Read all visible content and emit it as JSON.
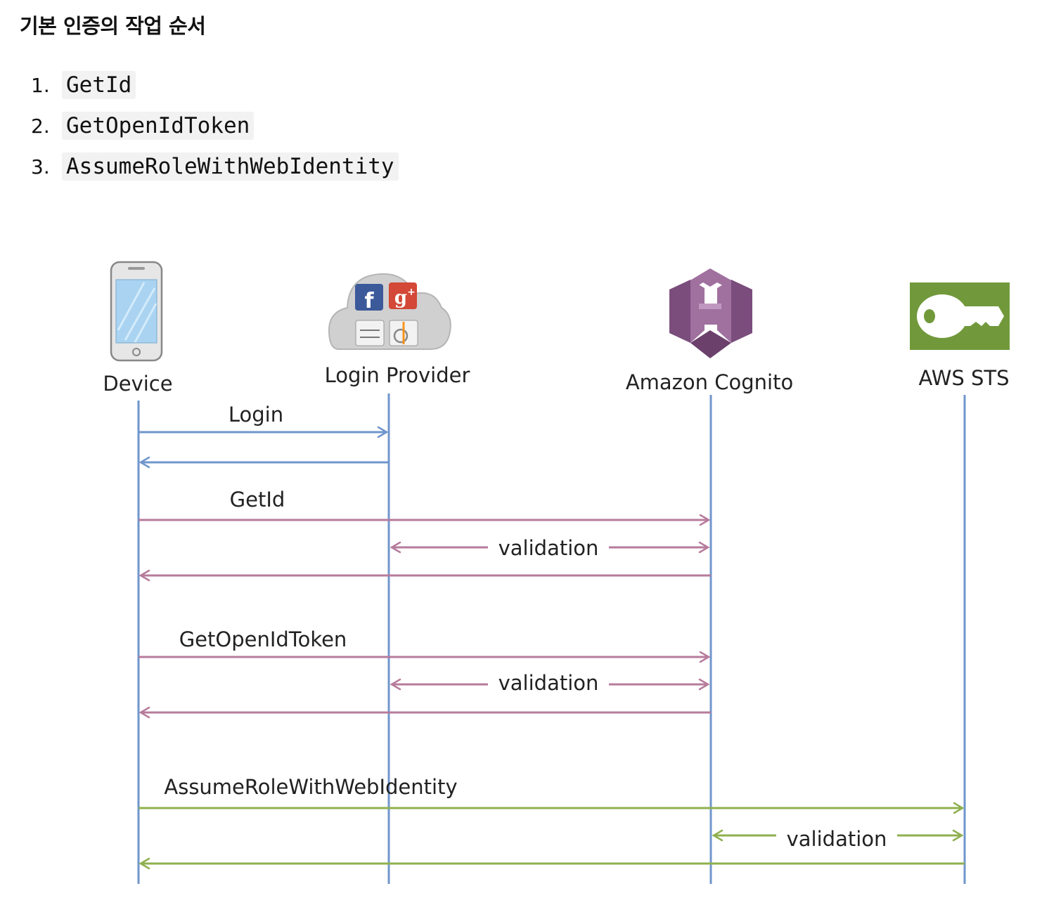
{
  "heading": "기본 인증의 작업 순서",
  "steps": [
    {
      "num": "1.",
      "code": "GetId"
    },
    {
      "num": "2.",
      "code": "GetOpenIdToken"
    },
    {
      "num": "3.",
      "code": "AssumeRoleWithWebIdentity"
    }
  ],
  "diagram": {
    "participants": [
      {
        "id": "device",
        "label": "Device",
        "icon": "phone-icon"
      },
      {
        "id": "login",
        "label": "Login Provider",
        "icon": "login-provider-cloud-icon"
      },
      {
        "id": "cognito",
        "label": "Amazon Cognito",
        "icon": "cognito-icon"
      },
      {
        "id": "sts",
        "label": "AWS STS",
        "icon": "key-icon"
      }
    ],
    "messages": [
      {
        "from": "device",
        "to": "login",
        "label": "Login",
        "color": "blue",
        "both": false
      },
      {
        "from": "login",
        "to": "device",
        "label": "",
        "color": "blue",
        "both": false
      },
      {
        "from": "device",
        "to": "cognito",
        "label": "GetId",
        "color": "purple",
        "both": false
      },
      {
        "from": "login",
        "to": "cognito",
        "label": "validation",
        "color": "purple",
        "both": true
      },
      {
        "from": "cognito",
        "to": "device",
        "label": "",
        "color": "purple",
        "both": false
      },
      {
        "from": "device",
        "to": "cognito",
        "label": "GetOpenIdToken",
        "color": "purple",
        "both": false
      },
      {
        "from": "login",
        "to": "cognito",
        "label": "validation",
        "color": "purple",
        "both": true
      },
      {
        "from": "cognito",
        "to": "device",
        "label": "",
        "color": "purple",
        "both": false
      },
      {
        "from": "device",
        "to": "sts",
        "label": "AssumeRoleWithWebIdentity",
        "color": "green",
        "both": false
      },
      {
        "from": "cognito",
        "to": "sts",
        "label": "validation",
        "color": "green",
        "both": true
      },
      {
        "from": "sts",
        "to": "device",
        "label": "",
        "color": "green",
        "both": false
      }
    ],
    "colors": {
      "blue": "#6f96cc",
      "purple": "#b77b9c",
      "green": "#8fb04f",
      "lifeline": "#6f96cc",
      "cognito_dark": "#7a4d7c",
      "cognito_light": "#a0709f",
      "sts_green": "#71993b"
    }
  }
}
